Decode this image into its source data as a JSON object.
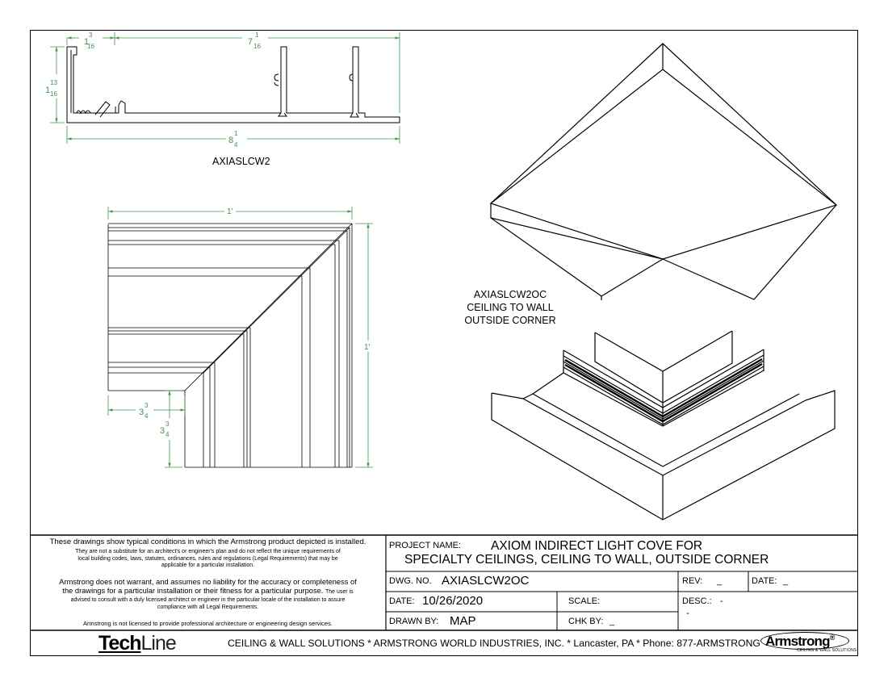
{
  "drawing": {
    "profile_label": "AXIASLCW2",
    "dims": {
      "d1_whole": "1",
      "d1_num": "3",
      "d1_den": "16",
      "d2_whole": "7",
      "d2_num": "1",
      "d2_den": "16",
      "d3_whole": "1",
      "d3_num": "13",
      "d3_den": "16",
      "d4_whole": "8",
      "d4_num": "1",
      "d4_den": "4",
      "plan_top": "1'",
      "plan_right": "1'",
      "plan_h_whole": "3",
      "plan_h_num": "3",
      "plan_h_den": "4",
      "plan_v_whole": "3",
      "plan_v_num": "3",
      "plan_v_den": "4"
    },
    "iso_label": [
      "AXIASLCW2OC",
      "CEILING TO WALL",
      "OUTSIDE CORNER"
    ]
  },
  "disclaimer": {
    "line1": "These drawings show typical conditions in which the Armstrong product depicted is installed.",
    "para1": [
      "They are not a substitute for an architect's or engineer's plan and do not reflect the unique requirements of",
      "local building codes, laws, statutes, ordinances, rules and regulations (Legal Requirements) that may be",
      "applicable for a particular installation."
    ],
    "para2_big": [
      "Armstrong does not warrant, and assumes no liability for the accuracy or completeness of",
      "the drawings for a particular installation or their fitness for a particular purpose."
    ],
    "para2_small": "The user is",
    "para2_rest": [
      "advised to consult with a duly licensed architect or engineer in the particular locale of the installation to assure",
      "compliance with all Legal Requirements."
    ],
    "last": "Armstrong is not licensed to provide professional architecture or engineering design services."
  },
  "title_block": {
    "project_label": "PROJECT NAME:",
    "project_line1": "AXIOM INDIRECT LIGHT COVE FOR",
    "project_line2": "SPECIALTY CEILINGS, CEILING TO WALL, OUTSIDE CORNER",
    "dwg_label": "DWG. NO.",
    "dwg_value": "AXIASLCW2OC",
    "rev_label": "REV:",
    "rev_value": "_",
    "date_label_top": "DATE:",
    "date_value_top": "_",
    "date_label": "DATE:",
    "date_value": "10/26/2020",
    "scale_label": "SCALE:",
    "desc_label": "DESC.:",
    "desc_value": "-",
    "desc_value2": "-",
    "drawn_label": "DRAWN BY:",
    "drawn_value": "MAP",
    "chk_label": "CHK BY:",
    "chk_value": "_"
  },
  "footer": {
    "techline_bold": "Tech",
    "techline_light": "Line",
    "text": "CEILING & WALL SOLUTIONS * ARMSTRONG WORLD INDUSTRIES, INC. * Lancaster, PA * Phone: 877-ARMSTRONG",
    "armstrong": "Armstrong",
    "armstrong_reg": "®",
    "armstrong_sub": "CEILING & WALL SOLUTIONS"
  },
  "colors": {
    "dimension": "#3a9a4a",
    "line": "#000000"
  }
}
